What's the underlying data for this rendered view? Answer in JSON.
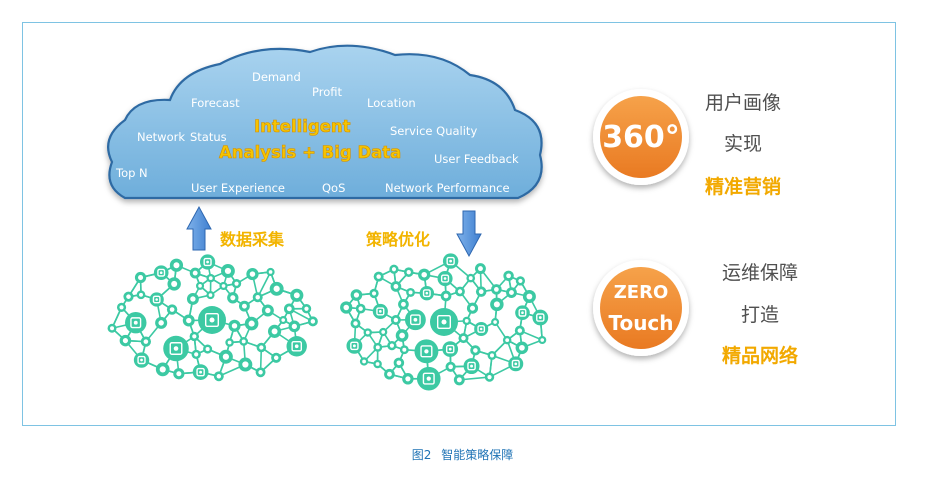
{
  "cloud": {
    "terms": [
      "Demand",
      "Profit",
      "Forecast",
      "Location",
      "Network",
      "Status",
      "Service Quality",
      "User Feedback",
      "Top N",
      "User Experience",
      "QoS",
      "Network Performance"
    ],
    "core_line1": "Intelligent",
    "core_line2": "Analysis + Big Data"
  },
  "flows": {
    "up_label": "数据采集",
    "down_label": "策略优化"
  },
  "badges": [
    {
      "text": "360°",
      "lines": [
        "用户画像",
        "实现",
        "精准营销"
      ]
    },
    {
      "text_line1": "ZERO",
      "text_line2": "Touch",
      "lines": [
        "运维保障",
        "打造",
        "精品网络"
      ]
    }
  ],
  "caption": {
    "figure_no": "图2",
    "title": "智能策略保障"
  },
  "colors": {
    "frame": "#7ec3e3",
    "cloud": "#8fc3e5",
    "network": "#3cc9a3",
    "badge": "#f0913a",
    "highlight": "#f2a900",
    "arrow": "#4a89d6",
    "caption": "#1f73b5"
  }
}
